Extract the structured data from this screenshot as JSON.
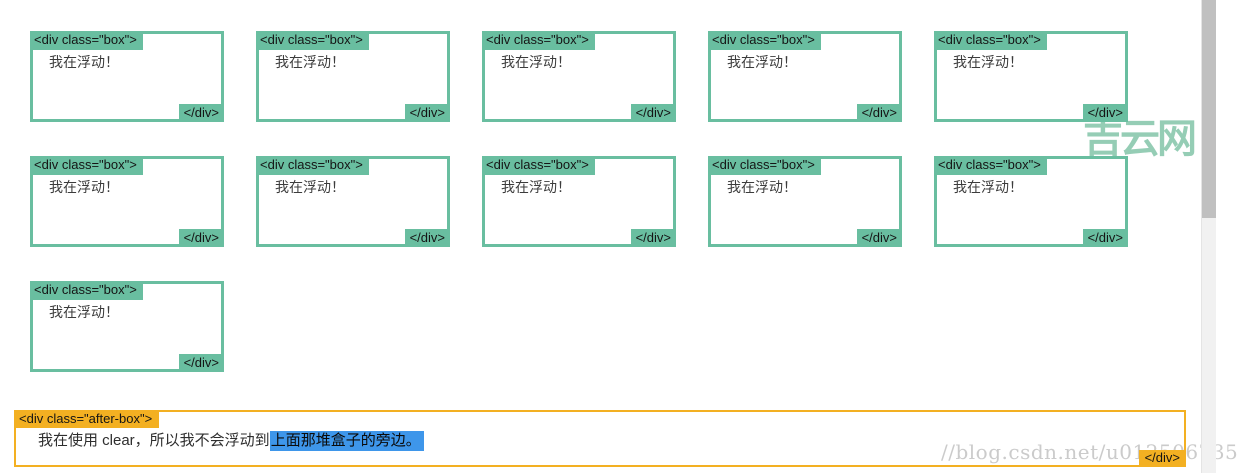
{
  "colors": {
    "box_accent": "#69BEA0",
    "after_accent": "#F3B022",
    "selection_bg": "#3E96EA",
    "body_text": "#3c3c3c"
  },
  "float_boxes": {
    "count": 11,
    "open_tag": "<div class=\"box\">",
    "content": "我在浮动！",
    "close_tag": "</div>"
  },
  "after_box": {
    "open_tag": "<div class=\"after-box\">",
    "text_before": "我在使用 clear，所以我不会浮动到",
    "text_selected": "上面那堆盒子的旁边。",
    "close_tag": "</div>"
  },
  "watermarks": {
    "site": "吉云网",
    "url": "//blog.csdn.net/u012506735"
  }
}
